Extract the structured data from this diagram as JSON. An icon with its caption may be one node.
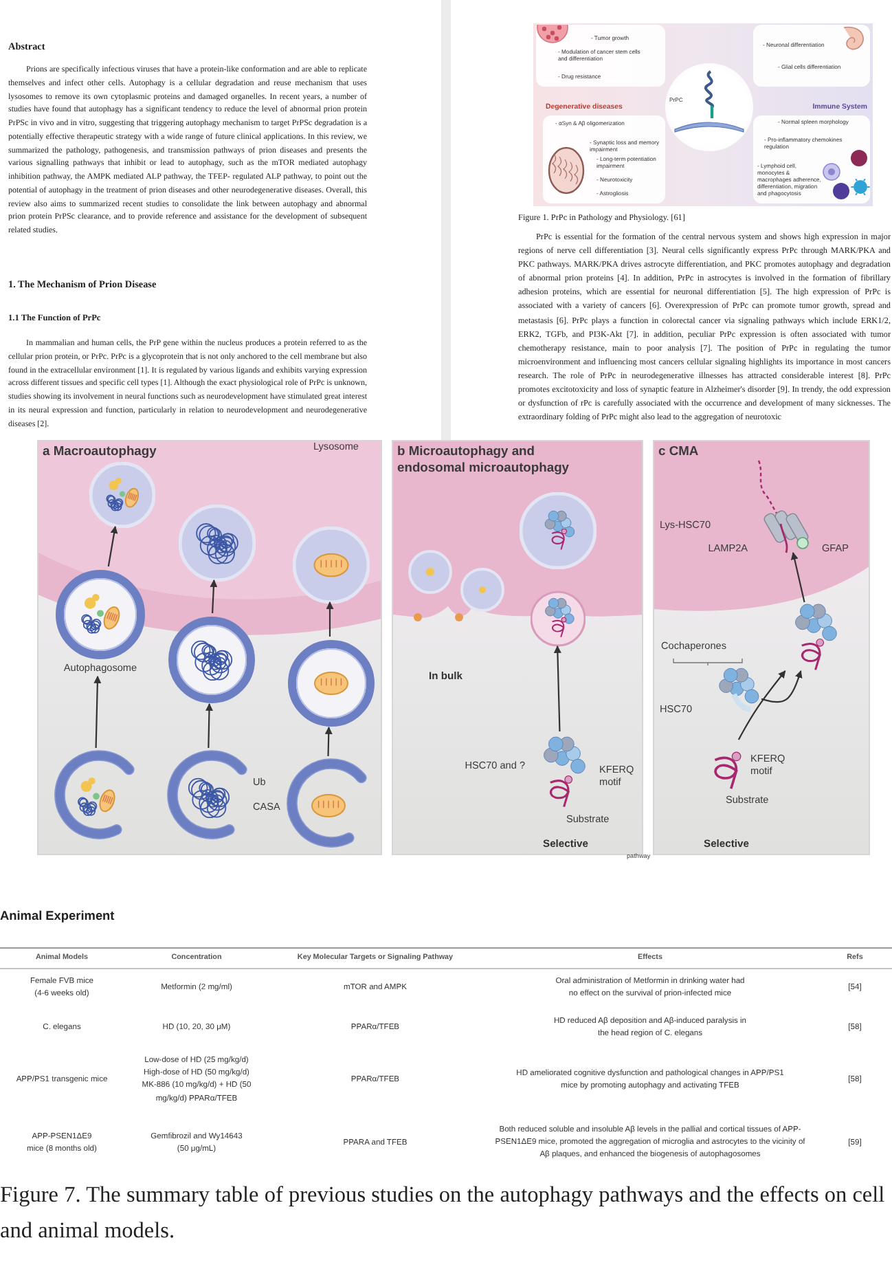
{
  "diagram": {
    "caption": "Figure 7. The summary table of previous studies on the autophagy pathways and the effects on cell and animal models.",
    "nodes": [
      {
        "text": [
          "- Tumor growth",
          "- Modulation of cancer stem cells and differentiation",
          "- Drug resistance"
        ]
      },
      {
        "text": [
          "- Neuronal differentiation",
          "- Glial cells differentiation"
        ]
      },
      {
        "text": [
          "PrPC"
        ]
      },
      {
        "text": [
          "Degenerative diseases",
          "- αSyn & Aβ oligomerization",
          "- Synaptic loss and memory impairment",
          "- Long-term potentiation impairment",
          "- Neurotoxicity",
          "- Astrogliosis"
        ]
      },
      {
        "text": [
          "Immune System",
          "- Normal spleen morphology",
          "- Pro-inflammatory chemokines regulation",
          "- Lymphoid cell, monocytes & macrophages adherence, differentiation, migration and phagocytosis"
        ]
      },
      {
        "text": [
          "a Macroautophagy"
        ]
      },
      {
        "text": [
          "b Microautophagy and endosomal microautophagy"
        ]
      },
      {
        "text": [
          "c CMA"
        ]
      },
      {
        "text": [],
        "shape": "circle",
        "in": 5
      },
      {
        "text": [
          "Autophagosome"
        ],
        "in": 5
      },
      {
        "text": [],
        "shape": "circle",
        "in": 5
      },
      {
        "text": [],
        "shape": "circle",
        "in": 5
      },
      {
        "text": [],
        "shape": "circle",
        "in": 5
      },
      {
        "text": [],
        "shape": "circle",
        "in": 5,
        "beside": [
          "Ub",
          "CASA"
        ]
      },
      {
        "text": [],
        "shape": "circle",
        "in": 5
      },
      {
        "text": [],
        "shape": "circle",
        "in": 5
      },
      {
        "text": [],
        "shape": "circle",
        "in": 5
      },
      {
        "text": [],
        "shape": "circle",
        "in": 6
      },
      {
        "text": [],
        "shape": "picture",
        "in": 6
      },
      {
        "text": [],
        "shape": "picture",
        "in": 6,
        "beside": [
          "HSC70 and ?",
          "KFERQ motif",
          "Substrate"
        ]
      },
      {
        "text": [],
        "shape": "picture",
        "in": 7,
        "beside": [
          "Lys-HSC70",
          "LAMP2A",
          "GFAP"
        ]
      },
      {
        "text": [],
        "shape": "picture",
        "in": 7
      },
      {
        "text": [],
        "shape": "picture",
        "in": 7,
        "beside": [
          "Cochaperones",
          "HSC70"
        ]
      },
      {
        "text": [],
        "shape": "picture",
        "in": 7,
        "beside": [
          "KFERQ motif",
          "Substrate"
        ]
      }
    ],
    "edges": [
      {
        "from": 10,
        "to": 9,
        "arrow": "to"
      },
      {
        "from": 9,
        "to": 8,
        "arrow": "to"
      },
      {
        "from": 13,
        "to": 12,
        "arrow": "to"
      },
      {
        "from": 12,
        "to": 11,
        "arrow": "to"
      },
      {
        "from": 16,
        "to": 15,
        "arrow": "to"
      },
      {
        "from": 15,
        "to": 14,
        "arrow": "to"
      },
      {
        "from": 19,
        "to": 18,
        "arrow": "to"
      },
      {
        "from": 21,
        "to": 20,
        "arrow": "to"
      },
      {
        "from": 22,
        "to": 21,
        "arrow": "to"
      },
      {
        "from": 23,
        "to": 21,
        "arrow": "to"
      }
    ],
    "labels": [
      "Abstract",
      "Prions are specifically infectious viruses that have a protein-like conformation and are able to replicate themselves and infect other cells. Autophagy is a cellular degradation and reuse mechanism that uses lysosomes to remove its own cytoplasmic proteins and damaged organelles. In recent years, a number of studies have found that autophagy has a significant tendency to reduce the level of abnormal prion protein PrPSc in vivo and in vitro, suggesting that triggering autophagy mechanism to target PrPSc degradation is a potentially effective therapeutic strategy with a wide range of future clinical applications. In this review, we summarized the pathology, pathogenesis, and transmission pathways of prion diseases and presents the various signalling pathways that inhibit or lead to autophagy, such as the mTOR mediated autophagy inhibition pathway, the AMPK mediated ALP pathway, the TFEP- regulated ALP pathway, to point out the potential of autophagy in the treatment of prion diseases and other neurodegenerative diseases. Overall, this review also aims to summarized recent studies to consolidate the link between autophagy and abnormal prion protein PrPSc clearance, and to provide reference and assistance for the development of subsequent related studies.",
      "1. The Mechanism of Prion Disease",
      "1.1 The Function of PrPc",
      "In mammalian and human cells, the PrP gene within the nucleus produces a protein referred to as the cellular prion protein, or PrPc. PrPc is a glycoprotein that is not only anchored to the cell membrane but also found in the extracellular environment [1]. It is regulated by various ligands and exhibits varying expression across different tissues and specific cell types [1]. Although the exact physiological role of PrPc is unknown, studies showing its involvement in neural functions such as neurodevelopment have stimulated great interest in its neural expression and function, particularly in relation to neurodevelopment and neurodegenerative diseases [2].",
      "Figure 1. PrPc in Pathology and Physiology. [61]",
      "PrPc is essential for the formation of the central nervous system and shows high expression in major regions of nerve cell differentiation [3]. Neural cells significantly express PrPc through MARK/PKA and PKC pathways. MARK/PKA drives astrocyte differentiation, and PKC promotes autophagy and degradation of abnormal prion proteins [4]. In addition, PrPc in astrocytes is involved in the formation of fibrillary adhesion proteins, which are essential for neuronal differentiation [5]. The high expression of PrPc is associated with a variety of cancers [6]. Overexpression of PrPc can promote tumor growth, spread and metastasis [6]. PrPc plays a function in colorectal cancer via signaling pathways which include ERK1/2, ERK2, TGFb, and PI3K-Akt [7]. in addition, peculiar PrPc expression is often associated with tumor chemotherapy resistance, main to poor analysis [7]. The position of PrPc in regulating the tumor microenvironment and influencing most cancers cellular signaling highlights its importance in most cancers research. The role of PrPc in neurodegenerative illnesses has attracted considerable interest [8]. PrPc promotes excitotoxicity and loss of synaptic feature in Alzheimer's disorder [9]. In trendy, the odd expression or dysfunction of rPc is carefully associated with the occurrence and development of many sicknesses. The extraordinary folding of PrPc might also lead to the aggregation of neurotoxic",
      "Lysosome",
      "In bulk",
      "Selective",
      "Selective",
      "pathway",
      "Animal Experiment",
      "Animal Models",
      "Concentration",
      "Key Molecular Targets or Signaling Pathway",
      "Effects",
      "Refs",
      "Female FVB mice (4-6 weeks old)",
      "Metformin (2 mg/ml)",
      "mTOR and AMPK",
      "Oral administration of Metformin in drinking water had no effect on the survival of prion-infected mice",
      "[54]",
      "C. elegans",
      "HD (10, 20, 30 μM)",
      "PPARα/TFEB",
      "HD reduced Aβ deposition and Aβ-induced paralysis in the head region of C. elegans",
      "[58]",
      "APP/PS1 transgenic mice",
      "Low-dose of HD (25 mg/kg/d) High-dose of HD (50 mg/kg/d) MK-886 (10 mg/kg/d) + HD (50 mg/kg/d) PPARα/TFEB",
      "PPARα/TFEB",
      "HD ameliorated cognitive dysfunction and pathological changes in APP/PS1 mice by promoting autophagy and activating TFEB",
      "[58]",
      "APP-PSEN1ΔE9 mice (8 months old)",
      "Gemfibrozil and Wy14643 (50 μg/mL)",
      "PPARA and TFEB",
      "Both reduced soluble and insoluble Aβ levels in the pallial and cortical tissues of APP- PSEN1ΔE9 mice, promoted the aggregation of microglia and astrocytes to the vicinity of Aβ plaques, and enhanced the biogenesis of autophagosomes",
      "[59]"
    ]
  }
}
